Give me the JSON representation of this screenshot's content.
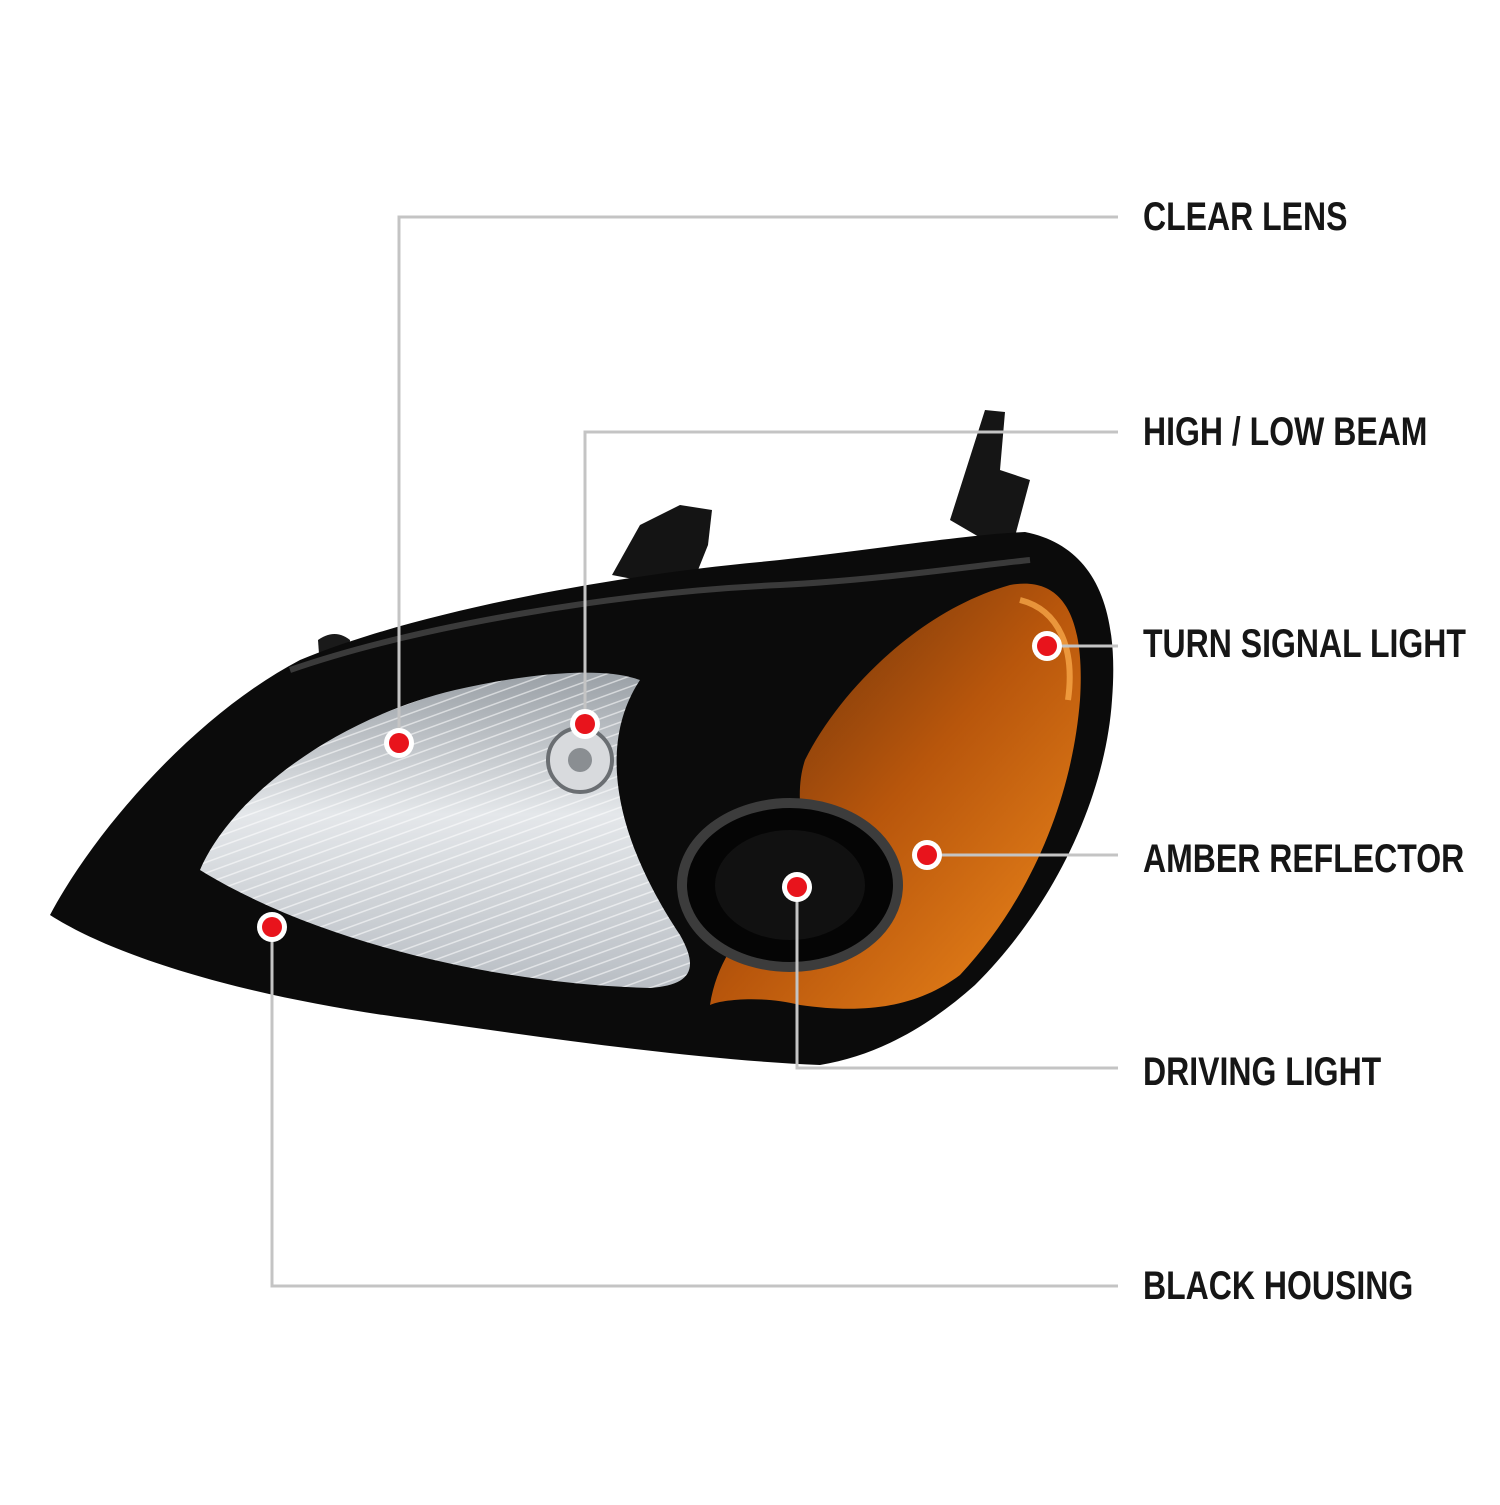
{
  "callouts": [
    {
      "id": "clear-lens",
      "label": "CLEAR LENS"
    },
    {
      "id": "high-low-beam",
      "label": "HIGH / LOW BEAM"
    },
    {
      "id": "turn-signal-light",
      "label": "TURN SIGNAL LIGHT"
    },
    {
      "id": "amber-reflector",
      "label": "AMBER REFLECTOR"
    },
    {
      "id": "driving-light",
      "label": "DRIVING LIGHT"
    },
    {
      "id": "black-housing",
      "label": "BLACK HOUSING"
    }
  ],
  "colors": {
    "housing": "#0b0b0b",
    "amber": "#d46a10",
    "lens": "#cfd3d8",
    "leader_line": "#c4c4c4",
    "marker": "#e8141c",
    "label_text": "#161616"
  }
}
